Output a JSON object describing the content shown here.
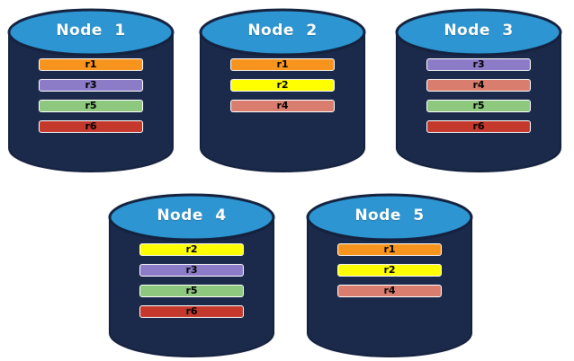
{
  "diagram": {
    "description": "Database nodes with replica placement",
    "nodes": [
      {
        "label": "Node 1",
        "replicas": [
          "r1",
          "r3",
          "r5",
          "r6"
        ]
      },
      {
        "label": "Node 2",
        "replicas": [
          "r1",
          "r2",
          "r4"
        ]
      },
      {
        "label": "Node 3",
        "replicas": [
          "r3",
          "r4",
          "r5",
          "r6"
        ]
      },
      {
        "label": "Node 4",
        "replicas": [
          "r2",
          "r3",
          "r5",
          "r6"
        ]
      },
      {
        "label": "Node 5",
        "replicas": [
          "r1",
          "r2",
          "r4"
        ]
      }
    ],
    "replica_colors": {
      "r1": "#F7941E",
      "r2": "#FFFF00",
      "r3": "#8C7CC8",
      "r4": "#D97D6E",
      "r5": "#8DC87E",
      "r6": "#C4392B"
    },
    "cylinder_colors": {
      "body": "#1B2A4A",
      "top": "#2D96D2",
      "outline": "#14223F"
    },
    "text_colors": {
      "node_label": "#FFFFFF",
      "replica_label": "#000000"
    },
    "background": "#FFFFFF"
  }
}
